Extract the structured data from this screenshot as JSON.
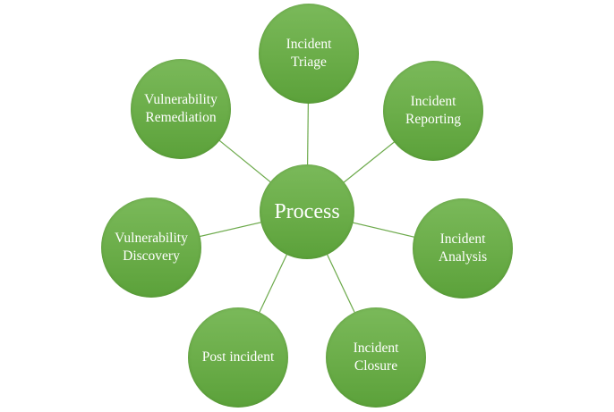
{
  "diagram": {
    "center": {
      "label": "Process"
    },
    "nodes": [
      {
        "id": "incident-triage",
        "label": "Incident\nTriage"
      },
      {
        "id": "incident-reporting",
        "label": "Incident\nReporting"
      },
      {
        "id": "incident-analysis",
        "label": "Incident\nAnalysis"
      },
      {
        "id": "incident-closure",
        "label": "Incident\nClosure"
      },
      {
        "id": "post-incident",
        "label": "Post incident"
      },
      {
        "id": "vulnerability-discovery",
        "label": "Vulnerability\nDiscovery"
      },
      {
        "id": "vulnerability-remediation",
        "label": "Vulnerability\nRemediation"
      }
    ],
    "colors": {
      "node_gradient_top": "#7ab95a",
      "node_gradient_bottom": "#5ba13a",
      "connector_line": "#6daa4c",
      "node_text": "#ffffff",
      "background": "#ffffff"
    }
  }
}
